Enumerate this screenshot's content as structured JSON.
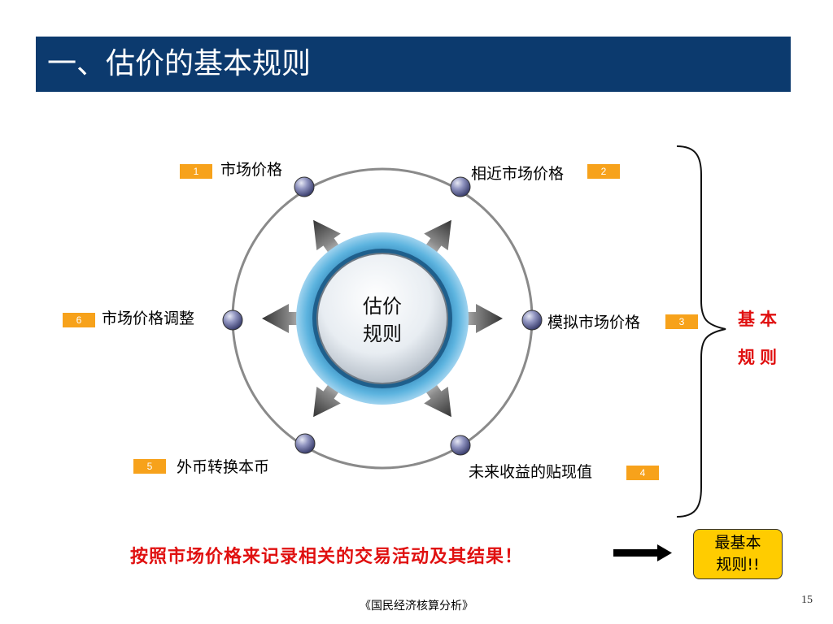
{
  "slide": {
    "title": "一、估价的基本规则",
    "page_number": "15",
    "footer": "《国民经济核算分析》"
  },
  "diagram": {
    "center": {
      "line1": "估价",
      "line2": "规则"
    },
    "nodes": [
      {
        "label": "市场价格",
        "badge": "1"
      },
      {
        "label": "相近市场价格",
        "badge": "2"
      },
      {
        "label": "模拟市场价格",
        "badge": "3"
      },
      {
        "label": "未来收益的贴现值",
        "badge": "4"
      },
      {
        "label": "外币转换本币",
        "badge": "5"
      },
      {
        "label": "市场价格调整",
        "badge": "6"
      }
    ],
    "brace_label": {
      "line1": "基本",
      "line2": "规则"
    }
  },
  "bottom": {
    "note": "按照市场价格来记录相关的交易活动及其结果！",
    "callout_line1": "最基本",
    "callout_line2": "规则!!"
  },
  "colors": {
    "title_bar": "#0c3a6e",
    "badge": "#f7a21b",
    "accent_red": "#e01010",
    "callout": "#ffcc00"
  }
}
